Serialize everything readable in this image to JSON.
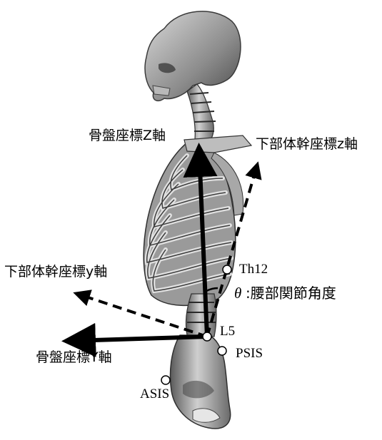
{
  "labels": {
    "pelvis_z_axis": "骨盤座標Z軸",
    "lower_trunk_z_axis": "下部体幹座標z軸",
    "lower_trunk_y_axis": "下部体幹座標y軸",
    "pelvis_y_axis": "骨盤座標Y軸",
    "th12": "Th12",
    "l5": "L5",
    "psis": "PSIS",
    "asis": "ASIS",
    "theta_symbol": "θ",
    "lumbar_joint_angle": ":腰部関節角度"
  }
}
